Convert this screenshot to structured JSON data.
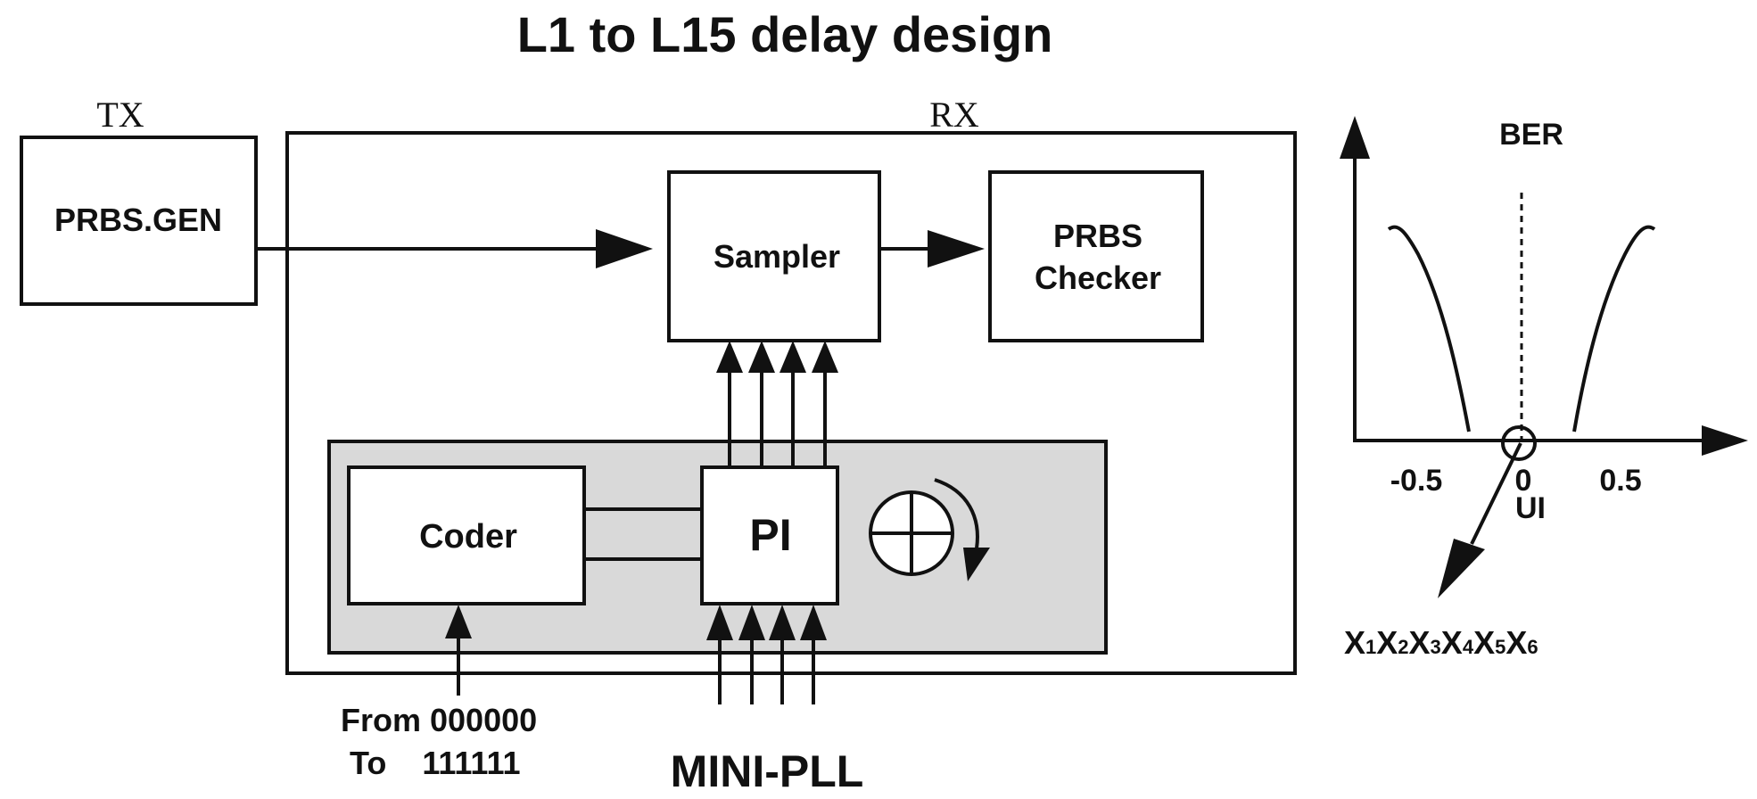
{
  "title": "L1 to L15 delay design",
  "tx": {
    "label": "TX",
    "block": "PRBS.GEN"
  },
  "rx": {
    "label": "RX",
    "sampler": "Sampler",
    "checker_line1": "PRBS",
    "checker_line2": "Checker",
    "coder": "Coder",
    "pi": "PI"
  },
  "coder_input": {
    "line1": "From 000000",
    "line2": "To    111111"
  },
  "pll": "MINI-PLL",
  "ber_plot": {
    "ylabel": "BER",
    "tick_neg": "-0.5",
    "tick_zero": "0",
    "tick_pos": "0.5",
    "unit": "UI",
    "code_label": "X1X2X3X4X5X6",
    "code_parts": [
      "X",
      "1",
      "X",
      "2",
      "X",
      "3",
      "X",
      "4",
      "X",
      "5",
      "X",
      "6"
    ]
  },
  "colors": {
    "stroke": "#111111",
    "pi_region": "#d9d9d9",
    "background": "#ffffff"
  }
}
